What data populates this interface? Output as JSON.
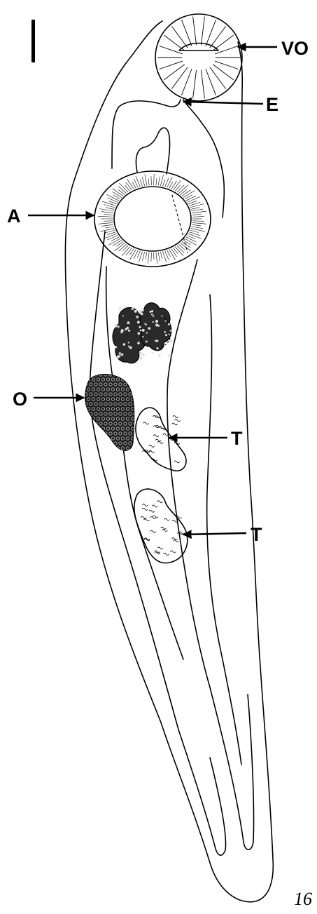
{
  "labels": {
    "vo": "VO",
    "e": "E",
    "a": "A",
    "o": "O",
    "t1": "T",
    "t2": "T"
  },
  "figure_number": "16",
  "colors": {
    "ink": "#000000",
    "paper": "#ffffff"
  }
}
